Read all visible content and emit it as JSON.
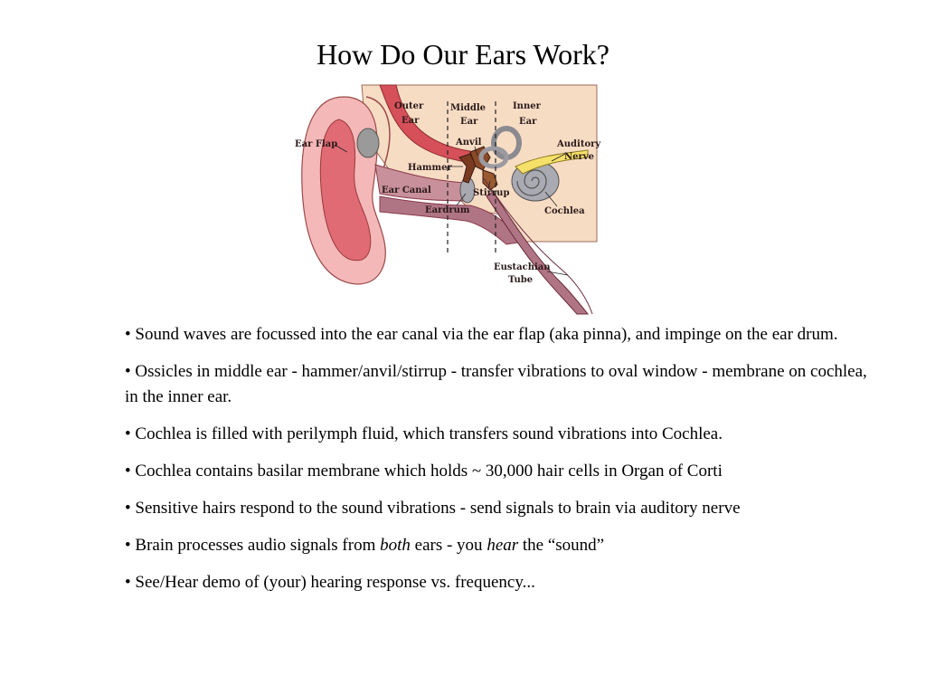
{
  "slide": {
    "title": "How Do Our Ears Work?"
  },
  "diagram": {
    "labels": {
      "outer_ear_1": "Outer",
      "outer_ear_2": "Ear",
      "middle_ear_1": "Middle",
      "middle_ear_2": "Ear",
      "inner_ear_1": "Inner",
      "inner_ear_2": "Ear",
      "ear_flap": "Ear Flap",
      "anvil": "Anvil",
      "auditory_nerve_1": "Auditory",
      "auditory_nerve_2": "Nerve",
      "hammer": "Hammer",
      "ear_canal": "Ear Canal",
      "stirrup": "Stirrup",
      "eardrum": "Eardrum",
      "cochlea": "Cochlea",
      "eustachian_1": "Eustachian",
      "eustachian_2": "Tube"
    }
  },
  "bullets": [
    {
      "text": "• Sound waves are focussed into the ear canal via the ear flap (aka pinna), and impinge on the ear drum."
    },
    {
      "text": "• Ossicles in middle ear - hammer/anvil/stirrup - transfer vibrations to oval window - membrane on cochlea, in the inner ear."
    },
    {
      "text": "• Cochlea is filled with perilymph fluid, which transfers sound vibrations into Cochlea."
    },
    {
      "text": "• Cochlea contains basilar membrane which holds ~ 30,000 hair cells in Organ of Corti"
    },
    {
      "text": "• Sensitive hairs respond to the sound vibrations - send signals to brain via auditory nerve"
    },
    {
      "pre": "• Brain processes audio signals from ",
      "em1": "both",
      "mid": " ears - you ",
      "em2": "hear",
      "post": " the “sound”"
    },
    {
      "text": "• See/Hear demo of (your) hearing response vs. frequency..."
    }
  ]
}
